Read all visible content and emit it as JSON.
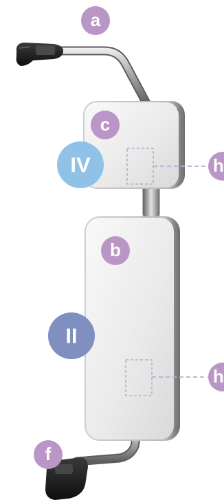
{
  "diagram": {
    "labels": {
      "a": "a",
      "b": "b",
      "c": "c",
      "f": "f",
      "h_upper": "h",
      "h_lower": "h",
      "class_iv": "IV",
      "class_ii": "II"
    },
    "colors": {
      "letter_badge": "#b996c6",
      "class_iv_badge": "#8fc2e6",
      "class_ii_badge": "#7f8fbf",
      "dashed_marker": "#c4a6d2",
      "mirror_glass": "#eeeeee",
      "mirror_frame": "#b4b4b4",
      "bracket_arm": "#9a9a9a",
      "mount_block": "#222222"
    }
  }
}
